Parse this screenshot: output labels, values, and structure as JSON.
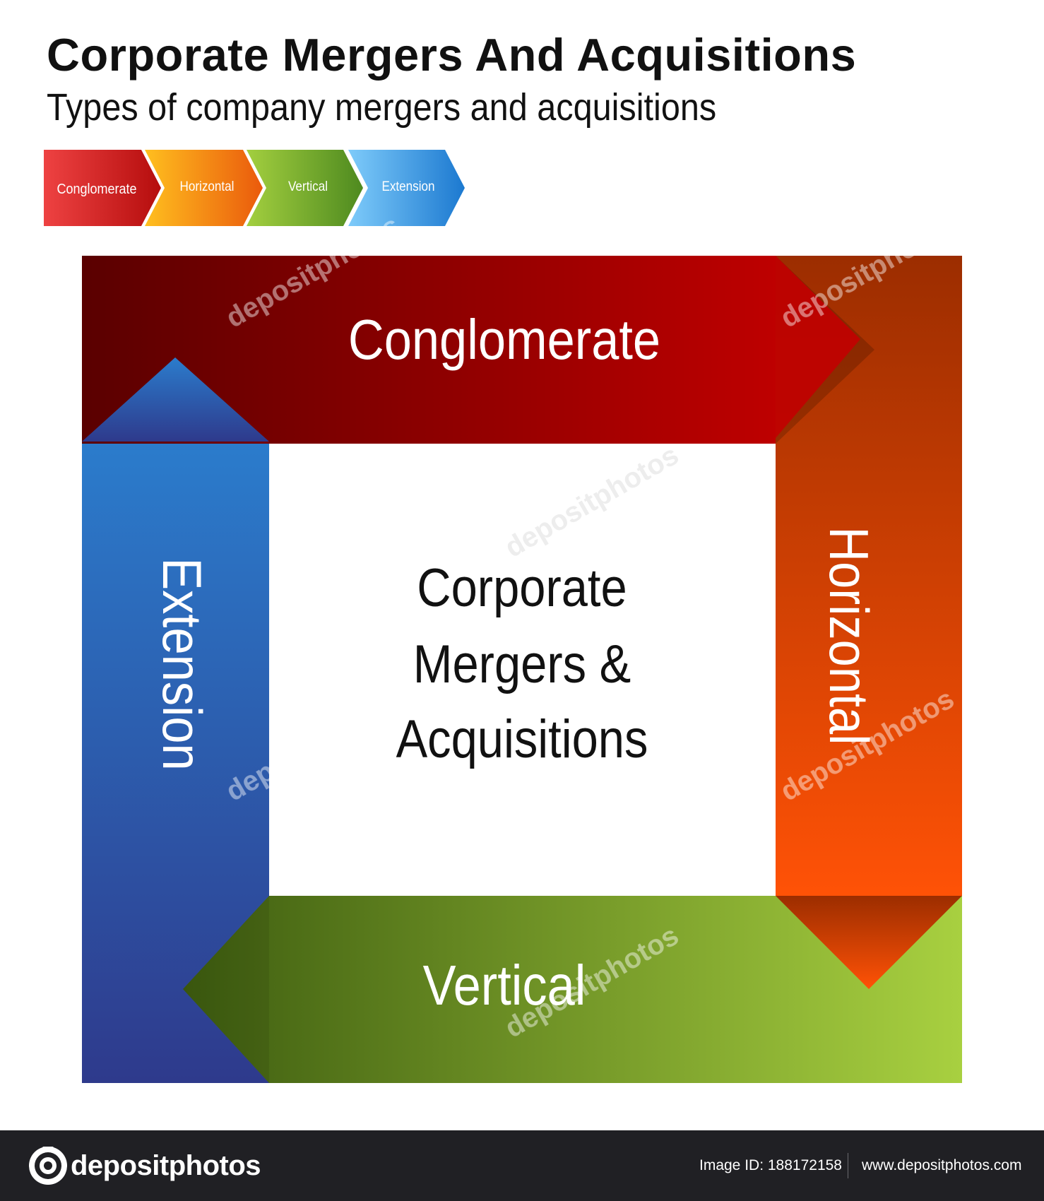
{
  "header": {
    "title": "Corporate Mergers And Acquisitions",
    "subtitle": "Types of company mergers and acquisitions"
  },
  "legend_chevrons": [
    {
      "label": "Conglomerate",
      "color_start": "#ee4242",
      "color_end": "#b50d0d"
    },
    {
      "label": "Horizontal",
      "color_start": "#ffbf1f",
      "color_end": "#ea5a0c"
    },
    {
      "label": "Vertical",
      "color_start": "#a3cf3f",
      "color_end": "#4e8a1f"
    },
    {
      "label": "Extension",
      "color_start": "#7ecbfa",
      "color_end": "#1c79d0"
    }
  ],
  "diagram": {
    "center_lines": [
      "Corporate",
      "Mergers &",
      "Acquisitions"
    ],
    "arms": {
      "conglomerate": {
        "label": "Conglomerate",
        "color_dark": "#5a0000",
        "color_light": "#cc0000"
      },
      "horizontal": {
        "label": "Horizontal",
        "color_dark": "#9c2d00",
        "color_light": "#ff5206"
      },
      "vertical": {
        "label": "Vertical",
        "color_dark": "#3f5e10",
        "color_light": "#a8d040"
      },
      "extension": {
        "label": "Extension",
        "color_dark": "#2e3a8c",
        "color_light": "#2b7ccc"
      }
    }
  },
  "watermark": {
    "text": "depositphotos"
  },
  "footer": {
    "logo_text": "depositphotos",
    "image_id": "Image ID: 188172158",
    "site": "www.depositphotos.com"
  }
}
